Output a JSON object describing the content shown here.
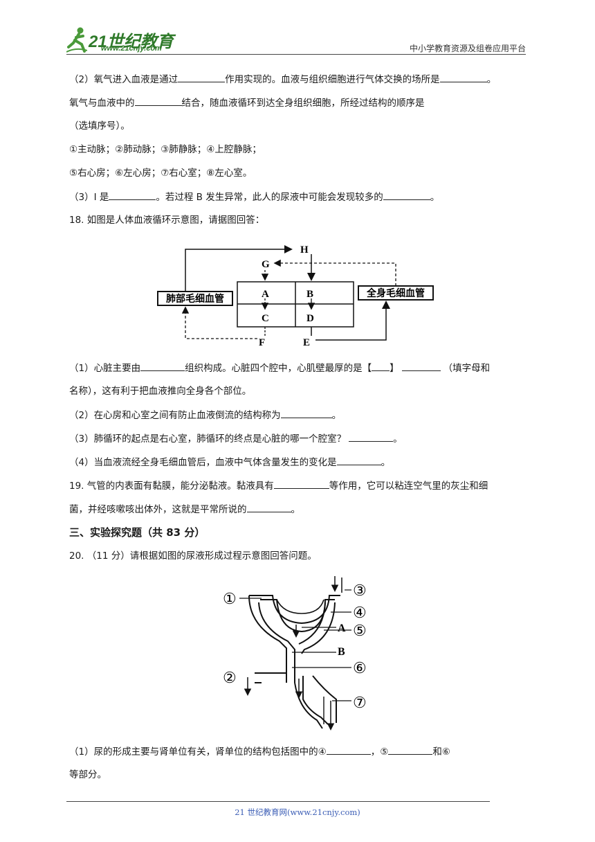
{
  "header": {
    "logo_main": "21世纪教育",
    "logo_url": "www.21cnjy.com",
    "platform": "中小学教育资源及组卷应用平台"
  },
  "q17_2": {
    "l1_a": "（2）氧气进入血液是通过",
    "l1_b": "作用实现的。血液与组织细胞进行气体交换的场所是",
    "l1_c": "。",
    "l2_a": "氧气与血液中的",
    "l2_b": "结合，随血液循环到达全身组织细胞，所经过结构的顺序是",
    "l3": "（选填序号）。",
    "l4": "①主动脉；②肺动脉；③肺静脉；④上腔静脉；",
    "l5": "⑤右心房；⑥左心房；⑦右心室；⑧左心室。"
  },
  "q17_3": {
    "a": "（3）I 是",
    "b": "。若过程 B 发生异常，此人的尿液中可能会发现较多的",
    "c": "。"
  },
  "q18": {
    "stem": "18. 如图是人体血液循环示意图，请据图回答：",
    "p1_a": "（1）心脏主要由",
    "p1_b": "组织构成。心脏四个腔中，心肌壁最厚的是【",
    "p1_c": "】",
    "p1_d": "（填字母和",
    "p1_e": "名称），这有利于把血液推向全身各个部位。",
    "p2_a": "（2）在心房和心室之间有防止血液倒流的结构称为",
    "p2_b": "。",
    "p3_a": "（3）肺循环的起点是右心室，肺循环的终点是心脏的哪一个腔室？",
    "p3_b": "。",
    "p4_a": "（4）当血液流经全身毛细血管后，血液中气体含量发生的变化是",
    "p4_b": "。"
  },
  "diagram18": {
    "lung": "肺部毛细血管",
    "body": "全身毛细血管",
    "labels": [
      "H",
      "G",
      "A",
      "B",
      "C",
      "D",
      "F",
      "E"
    ]
  },
  "q19": {
    "l1_a": "19. 气管的内表面有黏膜，能分泌黏液。黏液具有",
    "l1_b": "等作用，它可以粘连空气里的灰尘和细",
    "l2_a": "菌，并经咳嗽咳出体外，这就是平常所说的",
    "l2_b": "。"
  },
  "section3": "三、实验探究题（共 83 分）",
  "q20": {
    "stem": "20. （11 分）请根据如图的尿液形成过程示意图回答问题。",
    "p1_a": "（1）尿的形成主要与肾单位有关，肾单位的结构包括图中的④",
    "p1_b": "，⑤",
    "p1_c": "和⑥",
    "p1_d": "等部分。"
  },
  "diagram20": {
    "labels": [
      "①",
      "②",
      "③",
      "④",
      "⑤",
      "⑥",
      "⑦",
      "A",
      "B"
    ]
  },
  "footer": "21 世纪教育网(www.21cnjy.com)"
}
